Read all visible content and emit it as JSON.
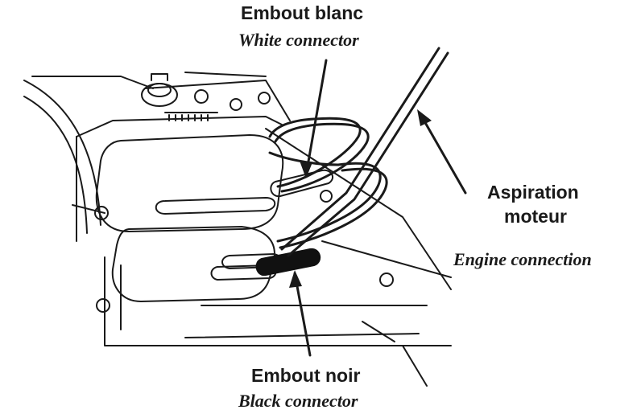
{
  "labels": {
    "white_connector": {
      "fr": "Embout blanc",
      "en": "White connector"
    },
    "engine_connection": {
      "fr_line1": "Aspiration",
      "fr_line2": "moteur",
      "en": "Engine connection"
    },
    "black_connector": {
      "fr": "Embout noir",
      "en": "Black connector"
    }
  },
  "colors": {
    "ink": "#1a1a1a",
    "paper": "#ffffff",
    "connector_black": "#111111"
  }
}
